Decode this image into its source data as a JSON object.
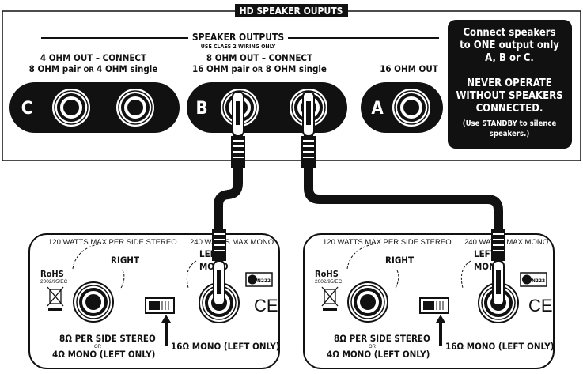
{
  "amp_panel": {
    "title": "HD SPEAKER OUPUTS",
    "section_title": "SPEAKER OUTPUTS",
    "section_subtitle": "USE CLASS 2 WIRING ONLY",
    "group_c": {
      "line1": "4 OHM OUT – CONNECT",
      "line2_a": "8 OHM pair",
      "line2_or": "OR",
      "line2_b": "4 OHM single",
      "letter": "C"
    },
    "group_b": {
      "line1": "8 OHM OUT – CONNECT",
      "line2_a": "16 OHM pair",
      "line2_or": "OR",
      "line2_b": "8 OHM single",
      "letter": "B"
    },
    "group_a": {
      "line1": "16 OHM OUT",
      "letter": "A"
    },
    "warning": {
      "line1": "Connect speakers",
      "line2": "to ONE output only",
      "line3": "A, B or C.",
      "line4": "NEVER OPERATE",
      "line5": "WITHOUT SPEAKERS",
      "line6": "CONNECTED.",
      "line7": "(Use STANDBY to silence",
      "line8": "speakers.)"
    }
  },
  "cabinets": [
    {
      "top_left_label": "120 WATTS MAX PER SIDE STEREO",
      "top_right_label": "240 WATTS MAX MONO",
      "right_label": "RIGHT",
      "left_label_1": "LEFT/",
      "left_label_2": "MONO",
      "rohs": "RoHS",
      "rohs_sub": "2002/95/EC",
      "n_label": "N222",
      "ce": "CE",
      "stereo_label": "8Ω PER SIDE STEREO",
      "or_label": "OR",
      "mono4_label": "4Ω MONO (LEFT ONLY)",
      "mono16_label": "16Ω MONO (LEFT ONLY)"
    },
    {
      "top_left_label": "120 WATTS MAX PER SIDE STEREO",
      "top_right_label": "240 WATTS MAX MONO",
      "right_label": "RIGHT",
      "left_label_1": "LEFT/",
      "left_label_2": "MONO",
      "rohs": "RoHS",
      "rohs_sub": "2002/95/EC",
      "n_label": "N222",
      "ce": "CE",
      "stereo_label": "8Ω PER SIDE STEREO",
      "or_label": "OR",
      "mono4_label": "4Ω MONO (LEFT ONLY)",
      "mono16_label": "16Ω MONO (LEFT ONLY)"
    }
  ],
  "colors": {
    "ink": "#111111",
    "paper": "#ffffff",
    "cable_stripe": "#ffffff"
  }
}
